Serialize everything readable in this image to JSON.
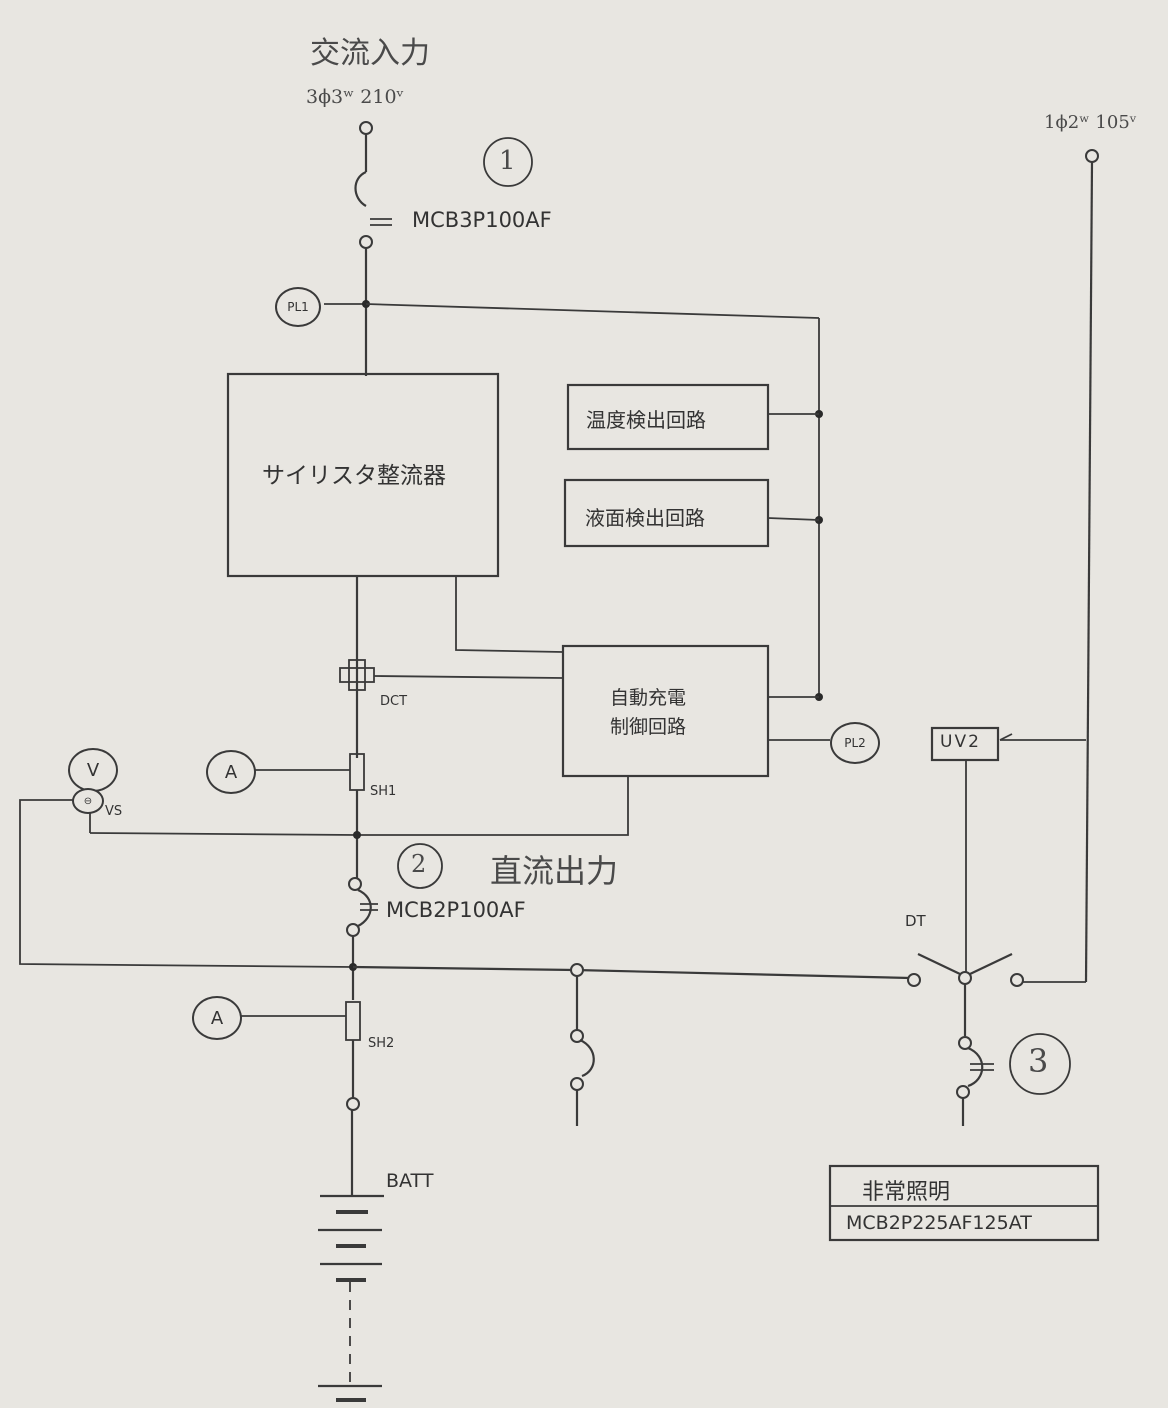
{
  "ac_input": {
    "title": "交流入力",
    "spec": "3ϕ3ʷ 210ᵛ"
  },
  "marker_1": "1",
  "marker_2": "2",
  "marker_3": "3",
  "mcb1": "MCB3P100AF",
  "mcb2": "MCB2P100AF",
  "pl1": "PL1",
  "pl2": "PL2",
  "rectifier": "サイリスタ整流器",
  "temp_detect": "温度検出回路",
  "level_detect": "液面検出回路",
  "charge_ctrl": {
    "line1": "自動充電",
    "line2": "制御回路"
  },
  "dct": "DCT",
  "sh1": "SH1",
  "sh2": "SH2",
  "vs": "VS",
  "voltmeter": "V",
  "ammeter1": "A",
  "ammeter2": "A",
  "dc_output": "直流出力",
  "batt": "BATT",
  "single_phase": "1ϕ2ʷ 105ᵛ",
  "uv2": "UV2",
  "dt": "DT",
  "emergency": {
    "title": "非常照明",
    "breaker": "MCB2P225AF125AT"
  }
}
